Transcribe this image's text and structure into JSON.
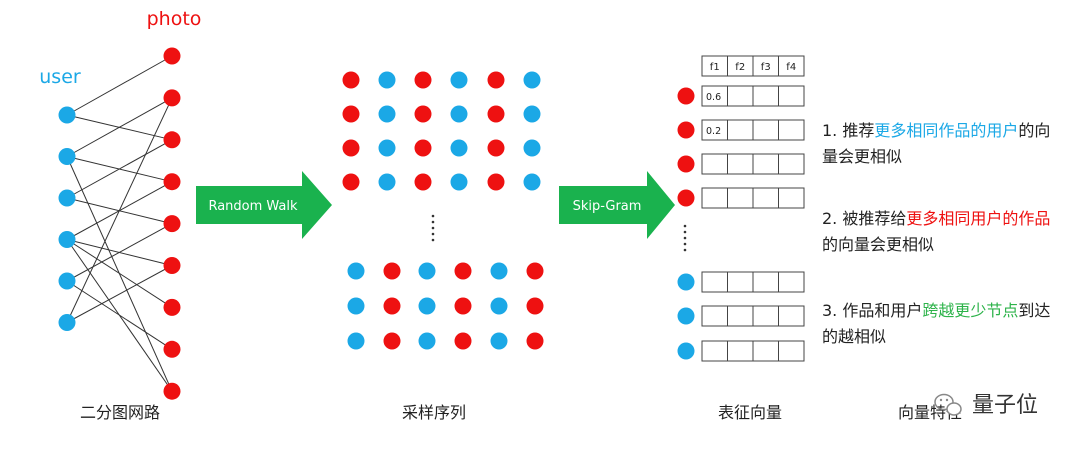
{
  "labels": {
    "photo": "photo",
    "user": "user",
    "bipartite": "二分图网路",
    "sequences": "采样序列",
    "embedding": "表征向量",
    "vector_property": "向量特性",
    "random_walk": "Random Walk",
    "skip_gram": "Skip-Gram"
  },
  "feature_headers": [
    "f1",
    "f2",
    "f3",
    "f4"
  ],
  "feature_values": [
    "0.6",
    "0.2"
  ],
  "notes": [
    {
      "num": "1. ",
      "parts": [
        {
          "text": "推荐",
          "tone": "normal"
        },
        {
          "text": "更多相同作品的用户",
          "tone": "user"
        },
        {
          "text": "的向量会更相似",
          "tone": "normal"
        }
      ]
    },
    {
      "num": "2. ",
      "parts": [
        {
          "text": "被推荐给",
          "tone": "normal"
        },
        {
          "text": "更多相同用户的作品",
          "tone": "photo"
        },
        {
          "text": "的向量会更相似",
          "tone": "normal"
        }
      ]
    },
    {
      "num": "3. ",
      "parts": [
        {
          "text": "作品和用户",
          "tone": "normal"
        },
        {
          "text": "跨越更少节点",
          "tone": "path"
        },
        {
          "text": "到达的越相似",
          "tone": "normal"
        }
      ]
    }
  ],
  "watermark": "量子位",
  "colors": {
    "photo": "#ee1111",
    "user": "#1ba8e6",
    "arrow": "#1ab24e",
    "text": "#222222",
    "line": "#333333",
    "path": "#2db34a"
  },
  "graph": {
    "user_count": 6,
    "photo_count": 9,
    "edges": [
      [
        0,
        0
      ],
      [
        0,
        2
      ],
      [
        1,
        1
      ],
      [
        1,
        3
      ],
      [
        2,
        2
      ],
      [
        2,
        4
      ],
      [
        3,
        3
      ],
      [
        3,
        5
      ],
      [
        3,
        6
      ],
      [
        3,
        8
      ],
      [
        4,
        4
      ],
      [
        4,
        7
      ],
      [
        5,
        5
      ],
      [
        5,
        1
      ],
      [
        1,
        8
      ]
    ]
  },
  "sequences": {
    "top": [
      [
        "photo",
        "user",
        "photo",
        "user",
        "photo",
        "user"
      ],
      [
        "photo",
        "user",
        "photo",
        "user",
        "photo",
        "user"
      ],
      [
        "photo",
        "user",
        "photo",
        "user",
        "photo",
        "user"
      ],
      [
        "photo",
        "user",
        "photo",
        "user",
        "photo",
        "user"
      ]
    ],
    "bottom": [
      [
        "user",
        "photo",
        "user",
        "photo",
        "user",
        "photo"
      ],
      [
        "user",
        "photo",
        "user",
        "photo",
        "user",
        "photo"
      ],
      [
        "user",
        "photo",
        "user",
        "photo",
        "user",
        "photo"
      ]
    ]
  },
  "embedding_rows": [
    "photo",
    "photo",
    "photo",
    "photo",
    "user",
    "user",
    "user"
  ],
  "icon_names": [
    "wechat-icon"
  ]
}
